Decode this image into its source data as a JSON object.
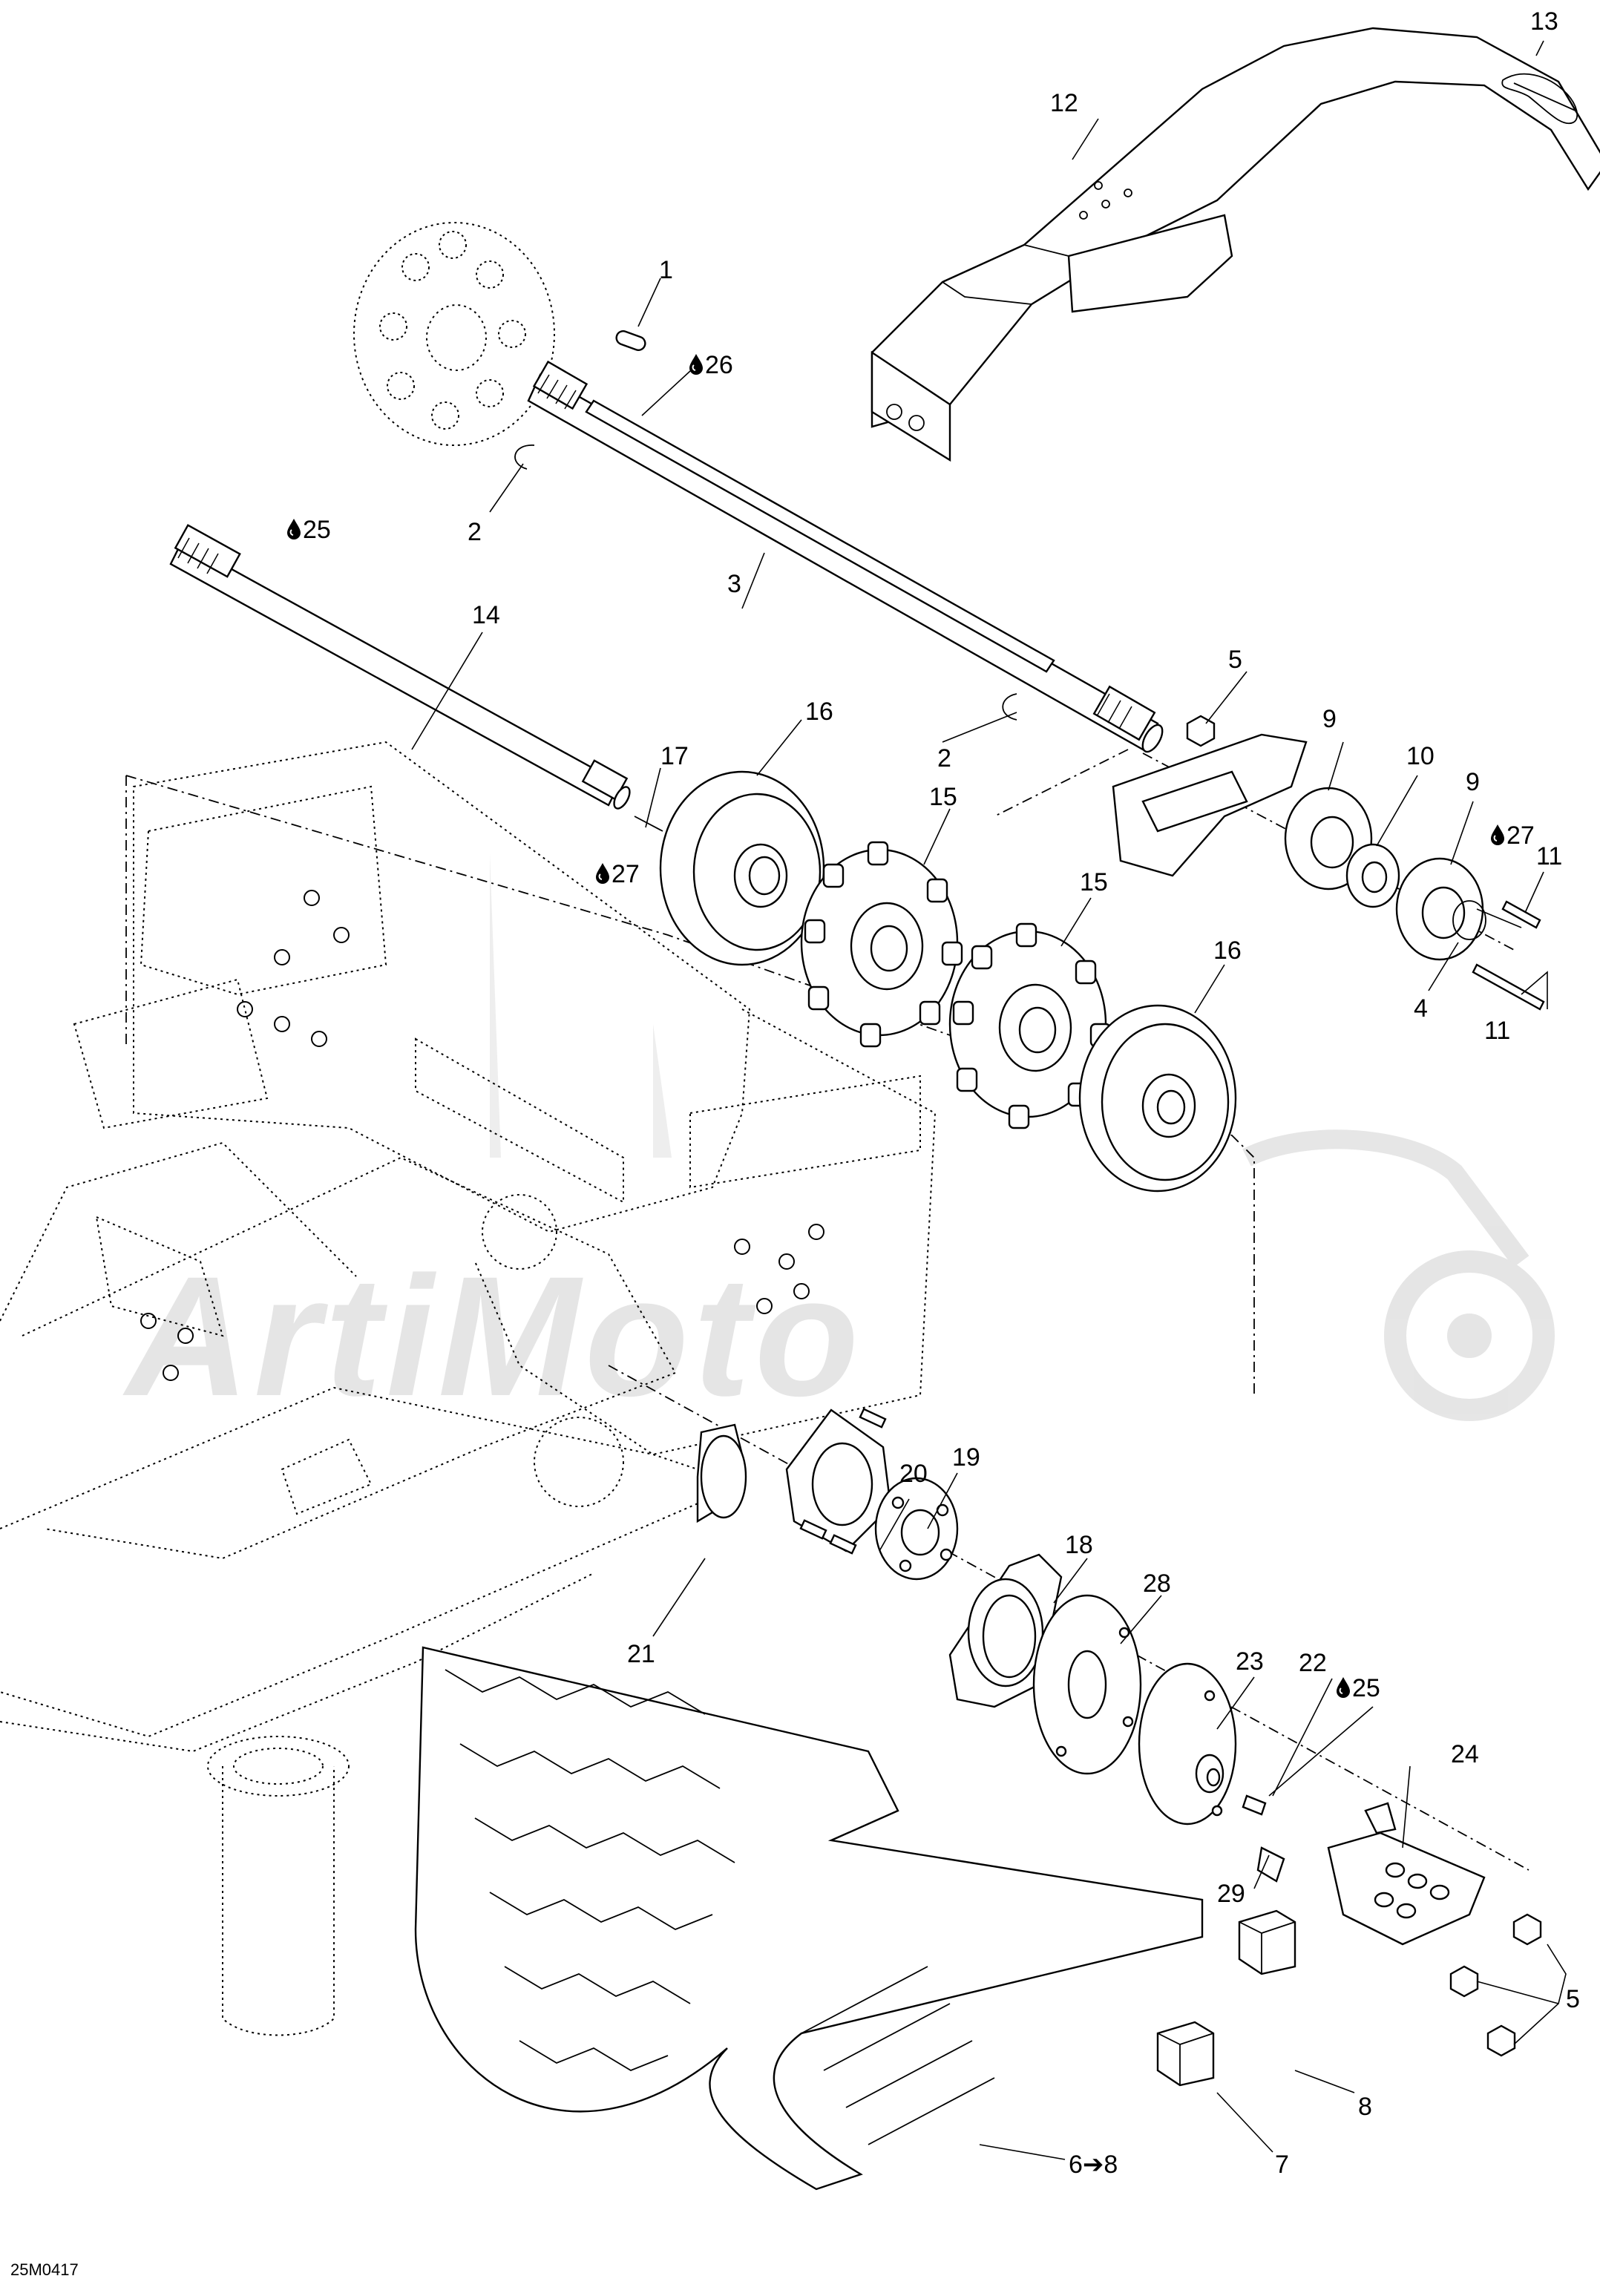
{
  "watermark": "ArtiMoto",
  "reference_code": "25M0417",
  "lubricant_icon": "oil-drop-icon",
  "callouts": {
    "c1": "1",
    "c2a": "2",
    "c2b": "2",
    "c3": "3",
    "c4": "4",
    "c5a": "5",
    "c5b": "5",
    "c6_8": "6➔8",
    "c7": "7",
    "c8": "8",
    "c9a": "9",
    "c9b": "9",
    "c10": "10",
    "c11a": "11",
    "c11b": "11",
    "c12": "12",
    "c13": "13",
    "c14": "14",
    "c15a": "15",
    "c15b": "15",
    "c16a": "16",
    "c16b": "16",
    "c17": "17",
    "c18": "18",
    "c19": "19",
    "c20": "20",
    "c21": "21",
    "c22": "22",
    "c23": "23",
    "c24": "24",
    "c28": "28",
    "c29": "29"
  },
  "lube_callouts": {
    "l26": "26",
    "l25a": "25",
    "l27a": "27",
    "l27b": "27",
    "l25b": "25"
  }
}
